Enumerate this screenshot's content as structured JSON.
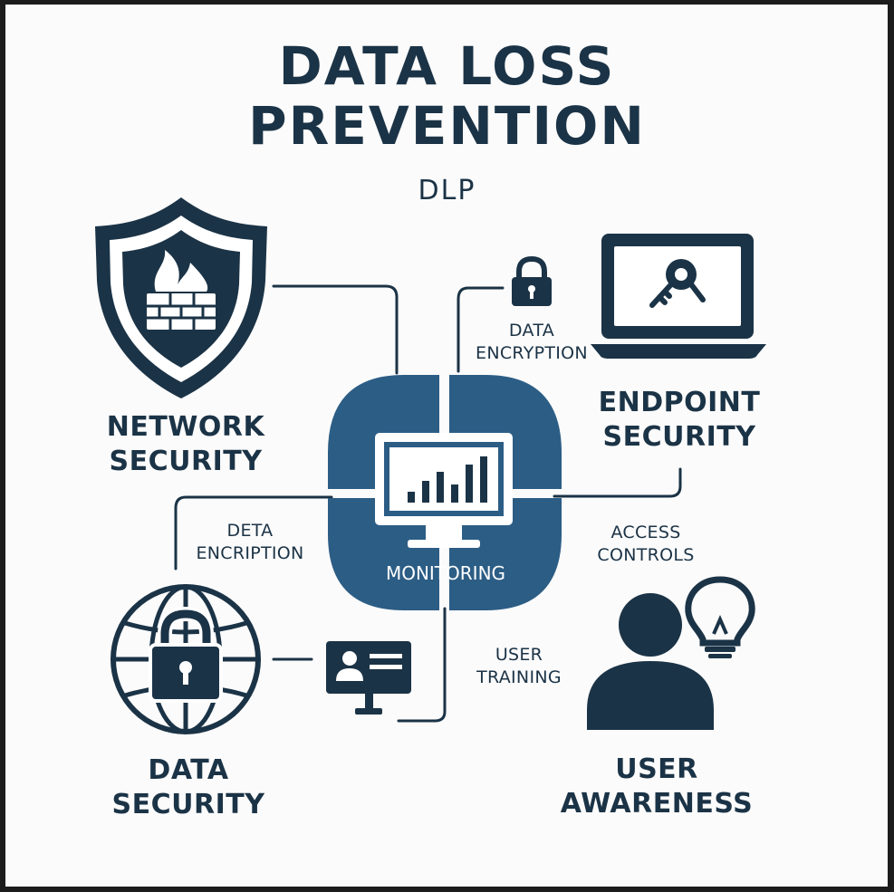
{
  "title": {
    "line1": "DATA LOSS",
    "line2": "PREVENTION",
    "abbreviation": "DLP"
  },
  "hub": {
    "label": "MONITORING",
    "icon": "monitor-bar-chart-icon"
  },
  "nodes": {
    "network_security": {
      "line1": "NETWORK",
      "line2": "SECURITY",
      "icon": "shield-firewall-icon"
    },
    "endpoint_security": {
      "line1": "ENDPOINT",
      "line2": "SECURITY",
      "icon": "laptop-key-icon"
    },
    "data_security": {
      "line1": "DATA",
      "line2": "SECURITY",
      "icon": "globe-lock-icon"
    },
    "user_awareness": {
      "line1": "USER",
      "line2": "AWARENESS",
      "icon": "person-lightbulb-icon"
    }
  },
  "connectors": {
    "data_encryption_top": {
      "line1": "DATA",
      "line2": "ENCRYPTION",
      "icon": "padlock-icon"
    },
    "data_encryption_left": {
      "line1": "DETA",
      "line2": "ENCRIPTION"
    },
    "access_controls": {
      "line1": "ACCESS",
      "line2": "CONTROLS"
    },
    "user_training": {
      "line1": "USER",
      "line2": "TRAINING",
      "icon": "id-card-kiosk-icon"
    }
  },
  "colors": {
    "dark_navy": "#1b3346",
    "steel_blue": "#2c5d85",
    "background": "#fbfbfb",
    "frame": "#1c1c1c"
  }
}
